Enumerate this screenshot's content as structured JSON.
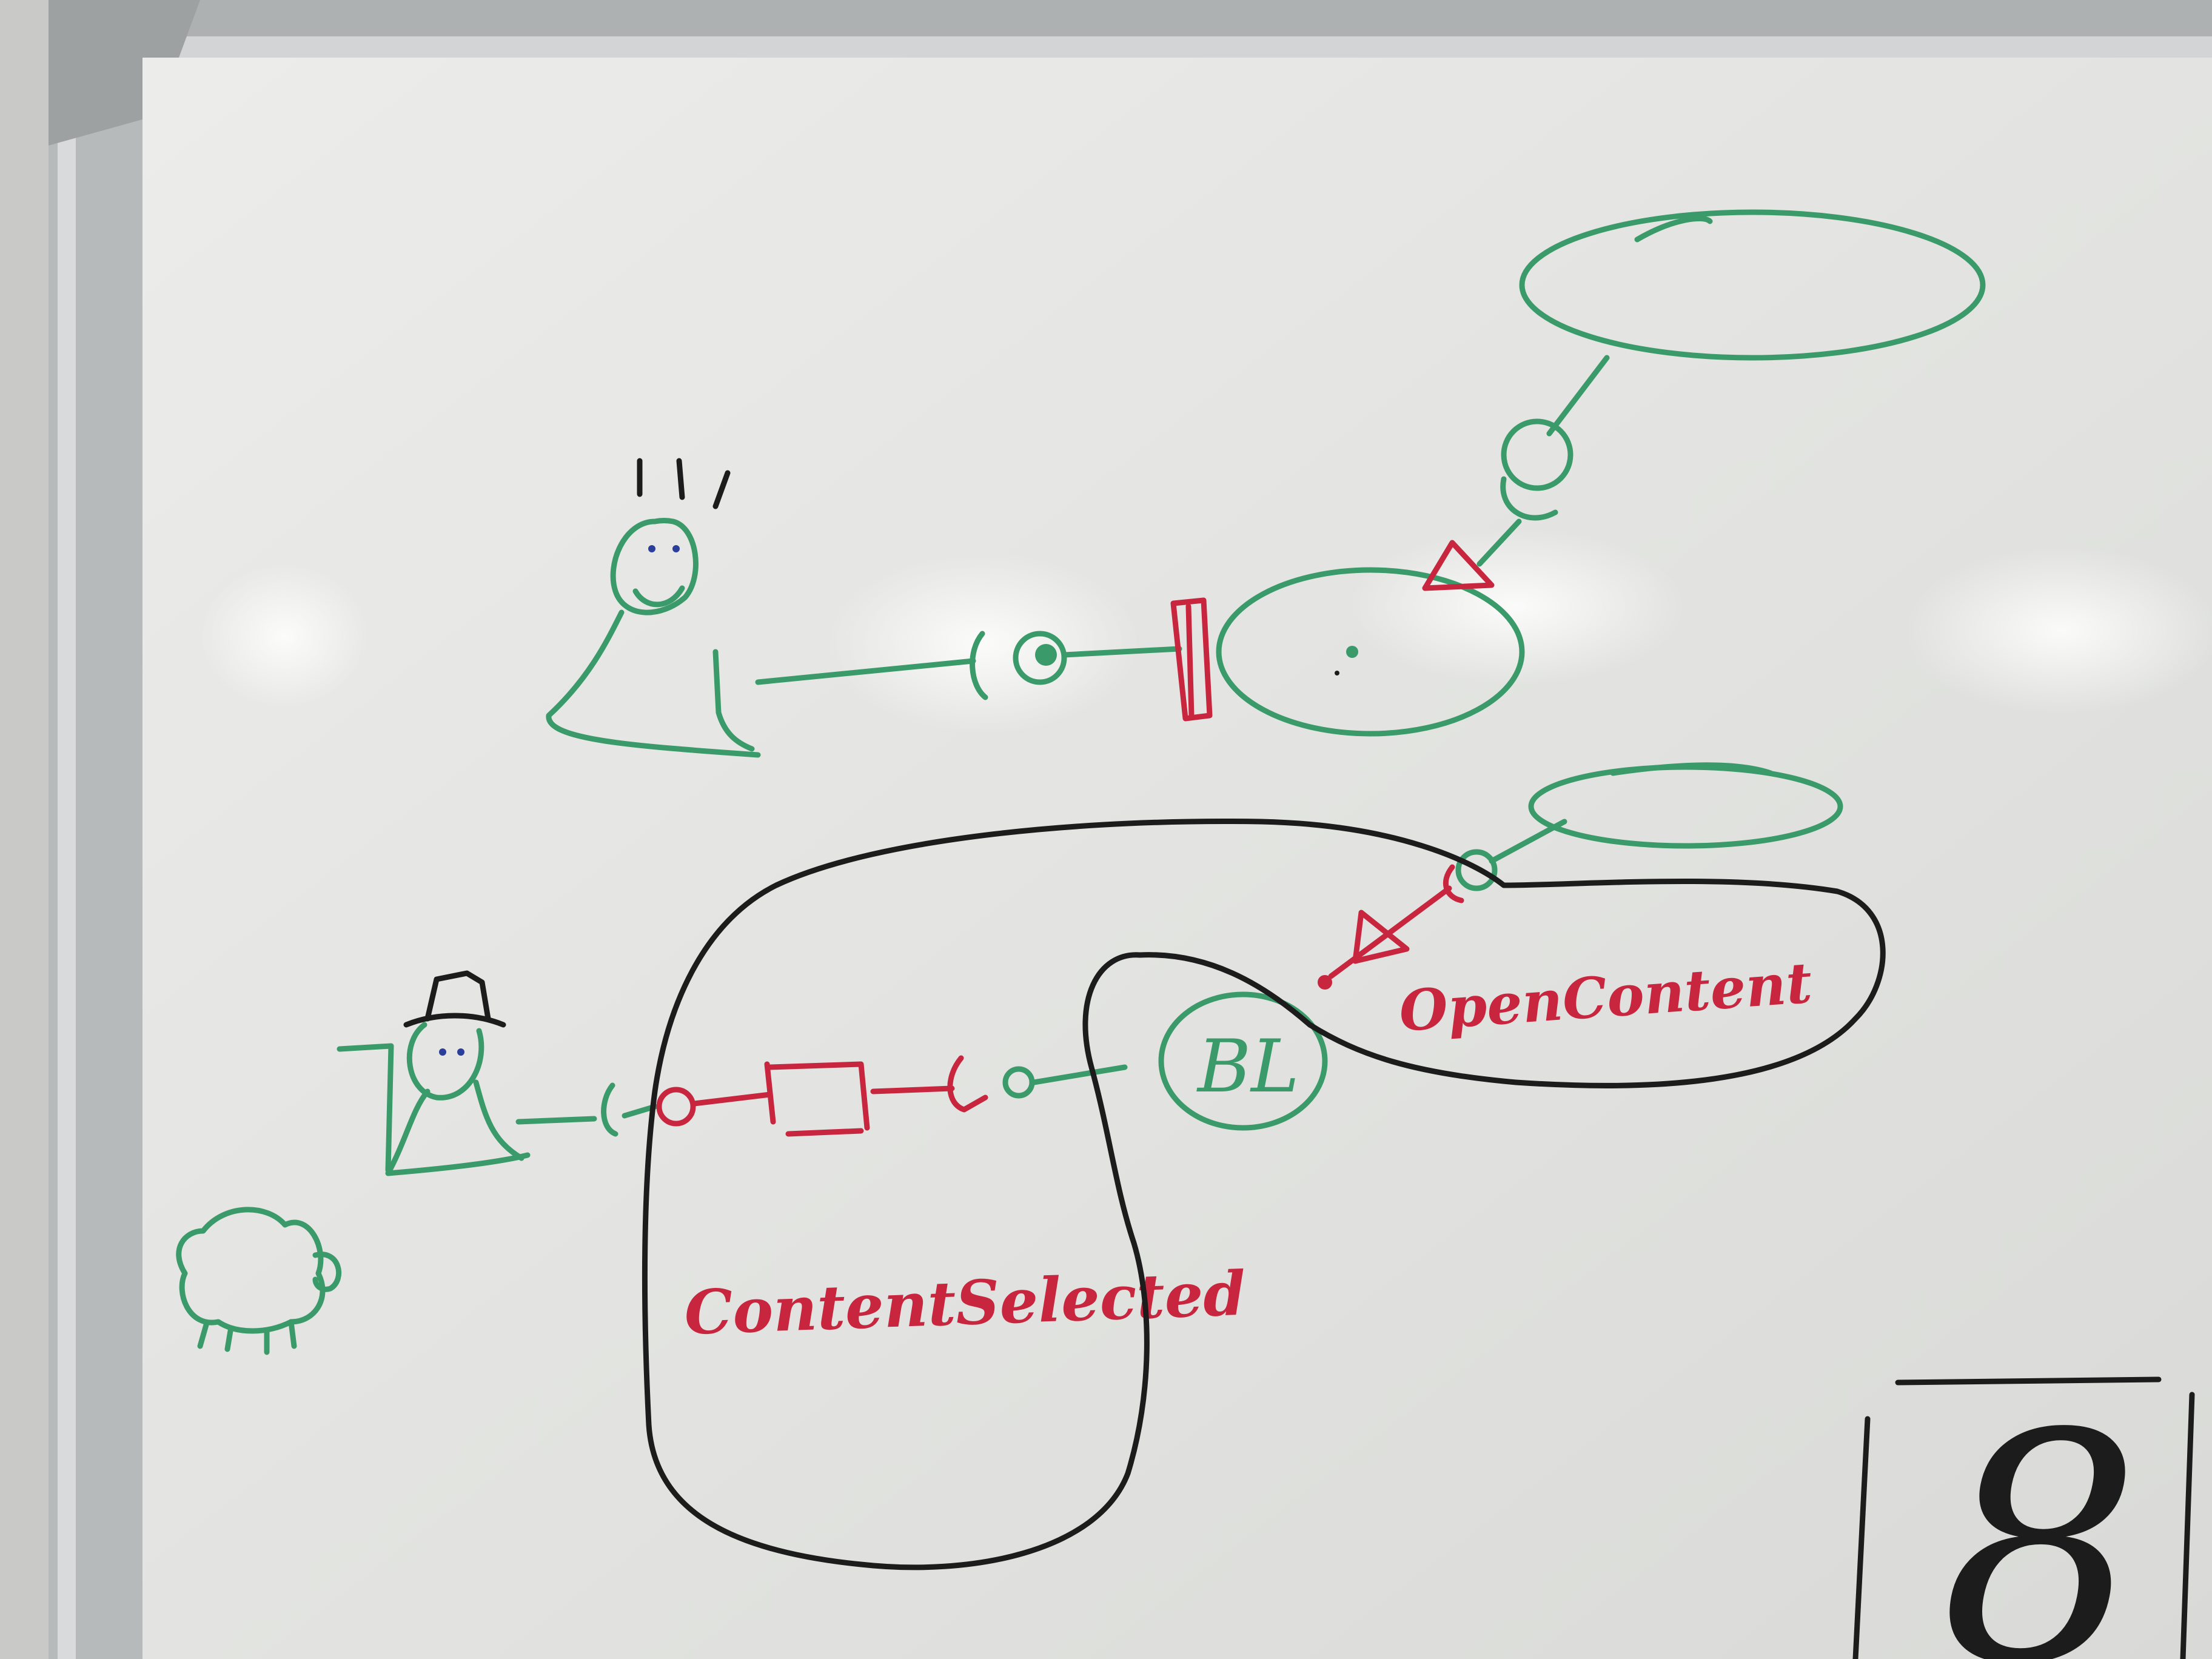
{
  "photo": {
    "board_color": "#e6e6e3",
    "frame_color": "#b9bcbd",
    "marker_colors": {
      "green": "#3a9a6a",
      "red": "#c8263f",
      "black": "#1c1c1c",
      "blue": "#2b3f9a"
    }
  },
  "whiteboard": {
    "labels": {
      "component_bl": "BL",
      "open_content": "OpenContent",
      "content_selected": "ContentSelected",
      "corner_digit": "8"
    }
  }
}
